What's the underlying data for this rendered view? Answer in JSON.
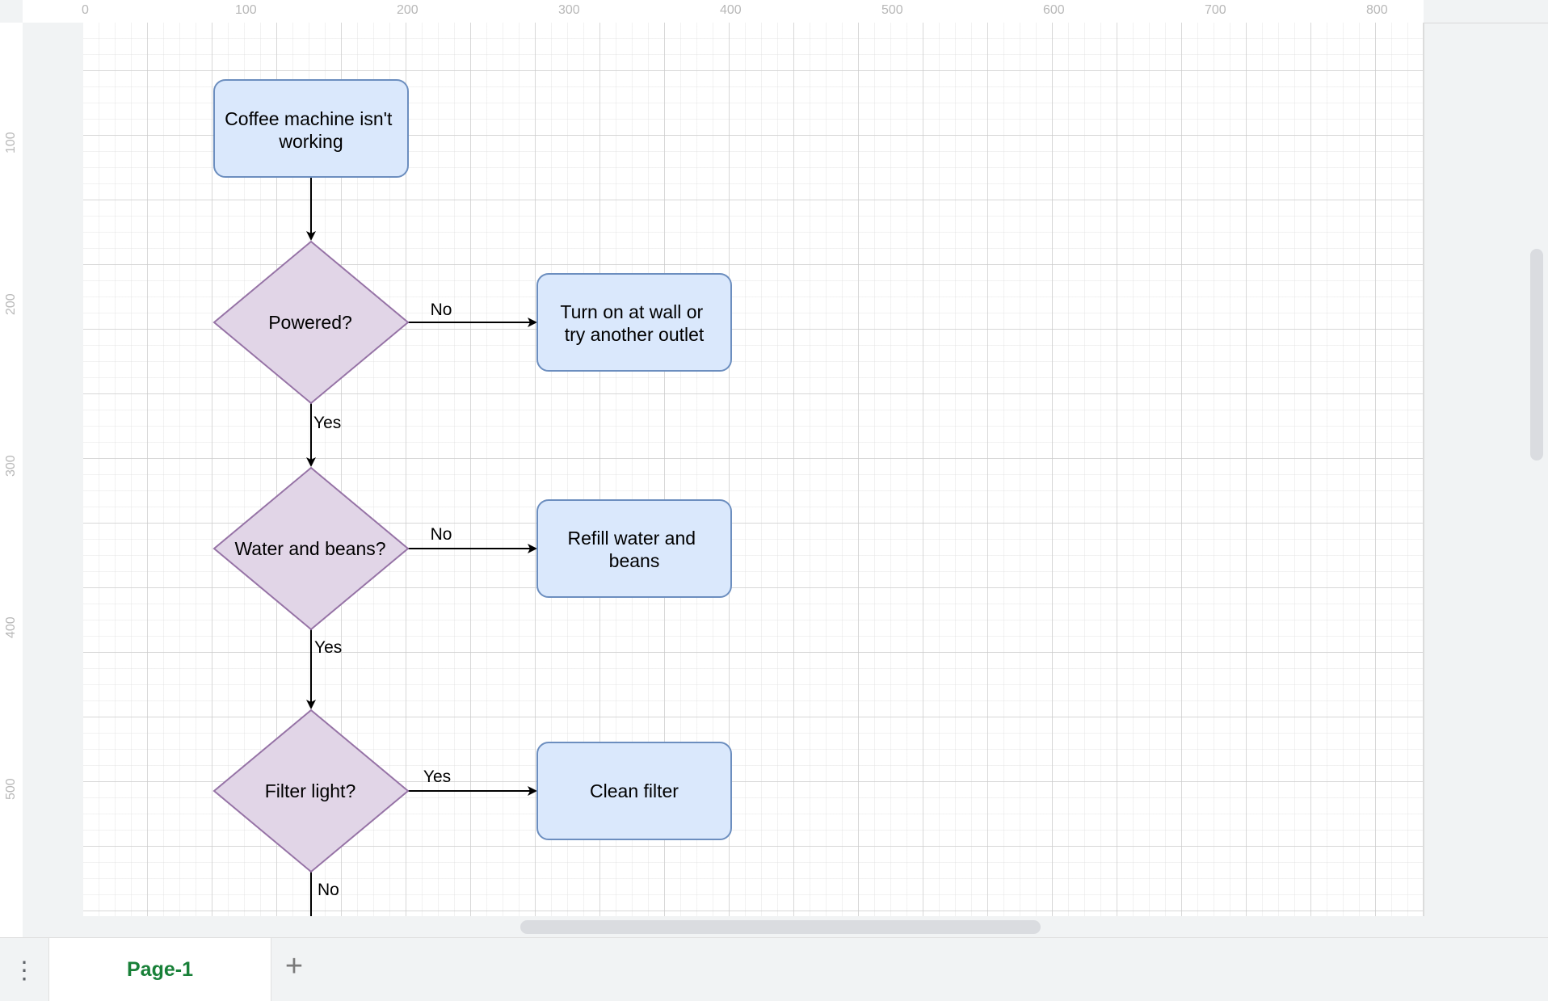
{
  "rulers": {
    "top": [
      "0",
      "100",
      "200",
      "300",
      "400",
      "500",
      "600",
      "700",
      "800"
    ],
    "left": [
      "100",
      "200",
      "300",
      "400",
      "500"
    ]
  },
  "diagram": {
    "start": "Coffee machine isn't working",
    "decision_powered": "Powered?",
    "action_power": "Turn on at wall or try another outlet",
    "decision_water": "Water and beans?",
    "action_refill": "Refill water and beans",
    "decision_filter": "Filter light?",
    "action_filter": "Clean filter",
    "labels": {
      "powered_no": "No",
      "powered_yes": "Yes",
      "water_no": "No",
      "water_yes": "Yes",
      "filter_yes": "Yes",
      "filter_no": "No"
    }
  },
  "colors": {
    "process_fill": "#dae8fc",
    "process_stroke": "#6c8ebf",
    "decision_fill": "#e1d5e7",
    "decision_stroke": "#9673a6",
    "tab_text": "#188038"
  },
  "bottom_bar": {
    "menu_icon": "more-vertical-icon",
    "page_tab": "Page-1",
    "add_icon": "plus-icon"
  }
}
